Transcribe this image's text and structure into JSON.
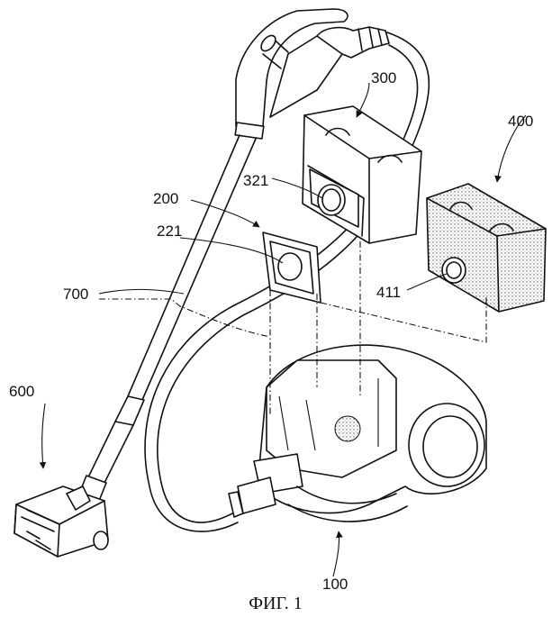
{
  "figure": {
    "caption": "ФИГ. 1"
  },
  "labels": {
    "main_body": "100",
    "exhaust_filter_frame": "200",
    "exhaust_filter_hole": "221",
    "dust_container": "300",
    "dust_container_inlet": "321",
    "filter_cover": "400",
    "filter_cover_hole": "411",
    "suction_nozzle": "600",
    "extension_tube": "700"
  }
}
